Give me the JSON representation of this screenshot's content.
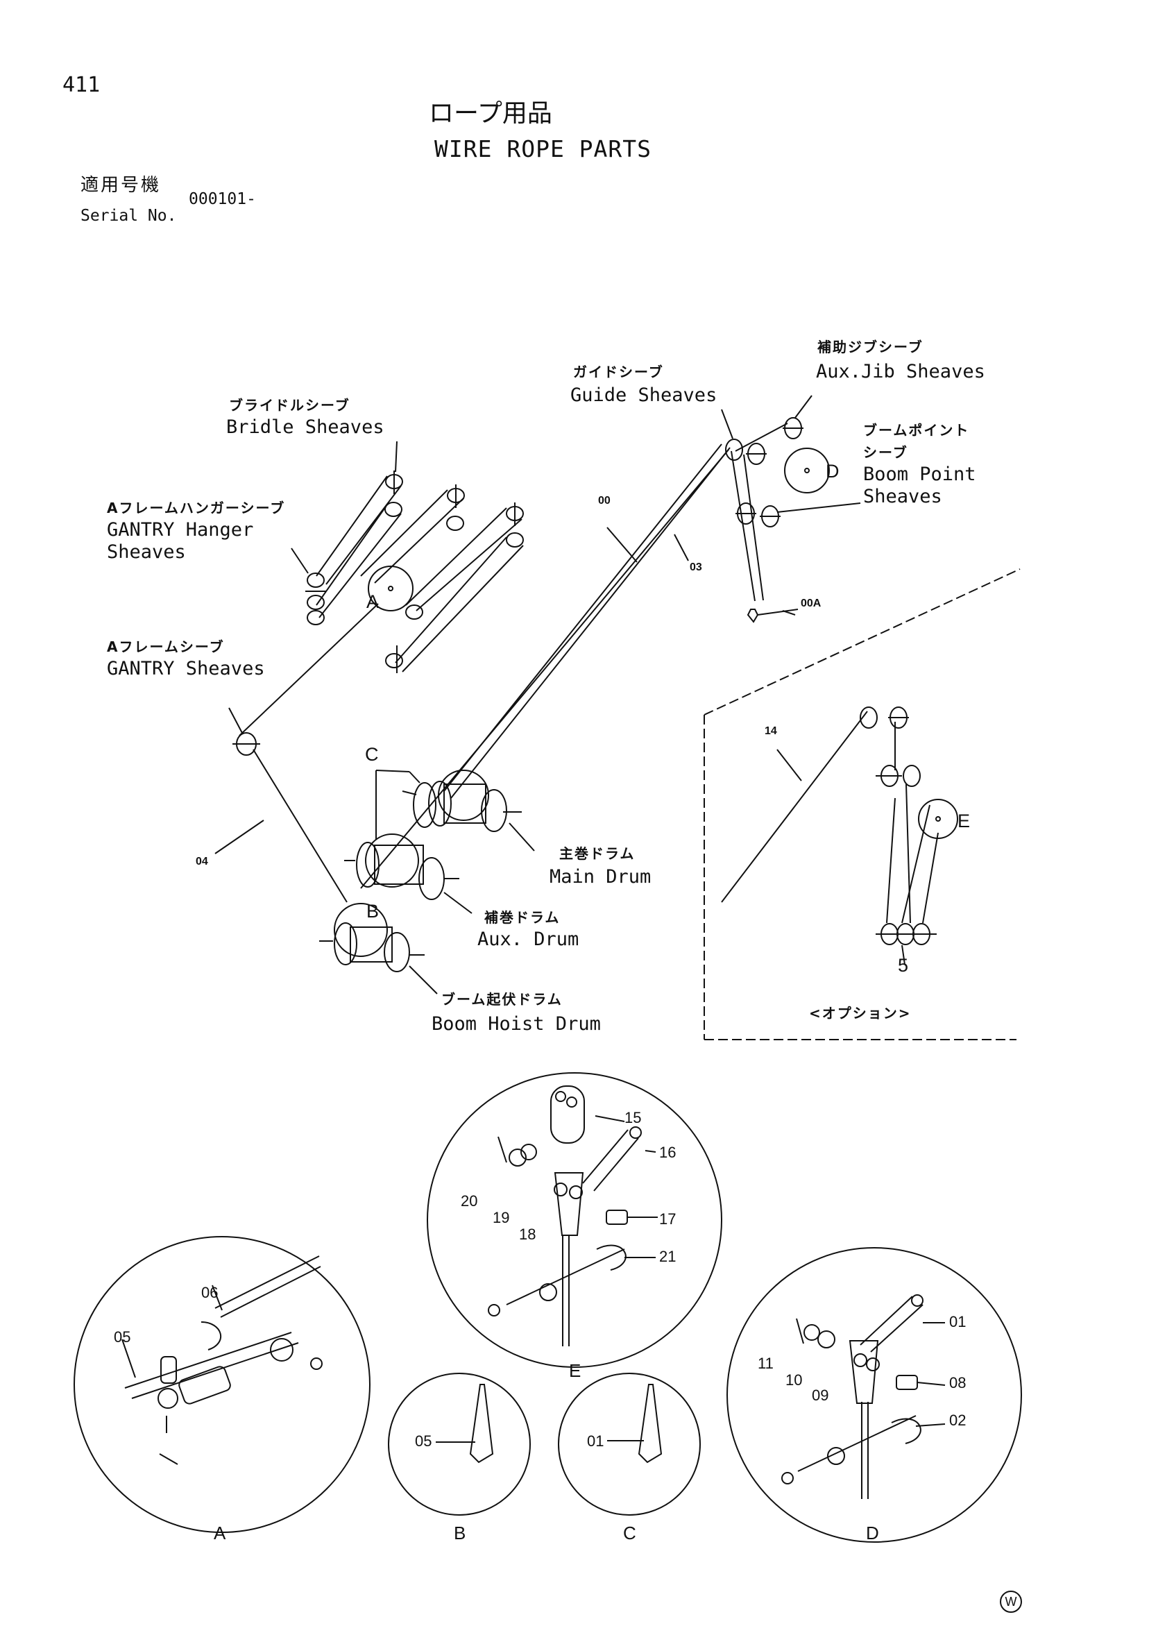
{
  "header": {
    "page_number": "411",
    "title_jp": "ロープ用品",
    "title_en": "WIRE ROPE PARTS",
    "serial_label_jp": "適用号機",
    "serial_label_en": "Serial No.",
    "serial_value": "000101-"
  },
  "labels": {
    "bridle_jp": "ブライドルシーブ",
    "bridle_en": "Bridle Sheaves",
    "gantry_hanger_jp": "Aフレームハンガーシーブ",
    "gantry_hanger_en1": "GANTRY Hanger",
    "gantry_hanger_en2": "Sheaves",
    "gantry_jp": "Aフレームシーブ",
    "gantry_en": "GANTRY Sheaves",
    "guide_jp": "ガイドシーブ",
    "guide_en": "Guide Sheaves",
    "auxjib_jp": "補助ジブシーブ",
    "auxjib_en": "Aux.Jib Sheaves",
    "boompoint_jp1": "ブームポイント",
    "boompoint_jp2": "シーブ",
    "boompoint_en1": "Boom Point",
    "boompoint_en2": "Sheaves",
    "main_drum_jp": "主巻ドラム",
    "main_drum_en": "Main Drum",
    "aux_drum_jp": "補巻ドラム",
    "aux_drum_en": "Aux. Drum",
    "boom_hoist_jp": "ブーム起伏ドラム",
    "boom_hoist_en": "Boom Hoist Drum",
    "option": "<オプション>"
  },
  "callouts_main": {
    "p00": "00",
    "p03": "03",
    "p00a": "00A",
    "p04": "04",
    "p14": "14",
    "tag_a": "A",
    "tag_b": "B",
    "tag_c": "C",
    "tag_d": "D",
    "tag_e": "E",
    "five": "5"
  },
  "detail_e": {
    "caption": "E",
    "parts": [
      "15",
      "16",
      "17",
      "18",
      "19",
      "20",
      "21"
    ]
  },
  "detail_a": {
    "caption": "A",
    "parts": [
      "05",
      "06"
    ]
  },
  "detail_b": {
    "caption": "B",
    "parts": [
      "05"
    ]
  },
  "detail_c": {
    "caption": "C",
    "parts": [
      "01"
    ]
  },
  "detail_d": {
    "caption": "D",
    "parts": [
      "01",
      "02",
      "08",
      "09",
      "10",
      "11"
    ]
  },
  "footer": {
    "mark": "W"
  }
}
